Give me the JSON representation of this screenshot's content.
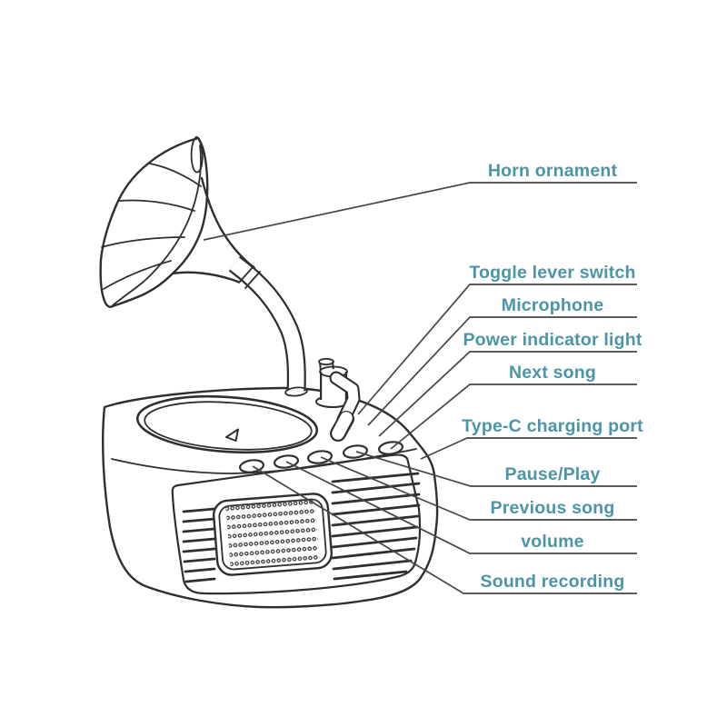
{
  "diagram": {
    "subject": "gramophone-style-speaker-line-art",
    "colors": {
      "label_text": "#4c95a8",
      "leader_line": "#43464a",
      "artwork_line": "#2f2f31",
      "background": "#ffffff"
    },
    "labels": [
      {
        "text": "Horn ornament",
        "part": "horn-ornament"
      },
      {
        "text": "Toggle lever switch",
        "part": "toggle-lever-switch"
      },
      {
        "text": "Microphone",
        "part": "microphone"
      },
      {
        "text": "Power indicator light",
        "part": "power-indicator-light"
      },
      {
        "text": "Next song",
        "part": "next-song-button"
      },
      {
        "text": "Type-C charging port",
        "part": "type-c-charging-port"
      },
      {
        "text": "Pause/Play",
        "part": "pause-play-button"
      },
      {
        "text": "Previous song",
        "part": "previous-song-button"
      },
      {
        "text": "volume",
        "part": "volume-button"
      },
      {
        "text": "Sound recording",
        "part": "sound-recording-button"
      }
    ]
  }
}
